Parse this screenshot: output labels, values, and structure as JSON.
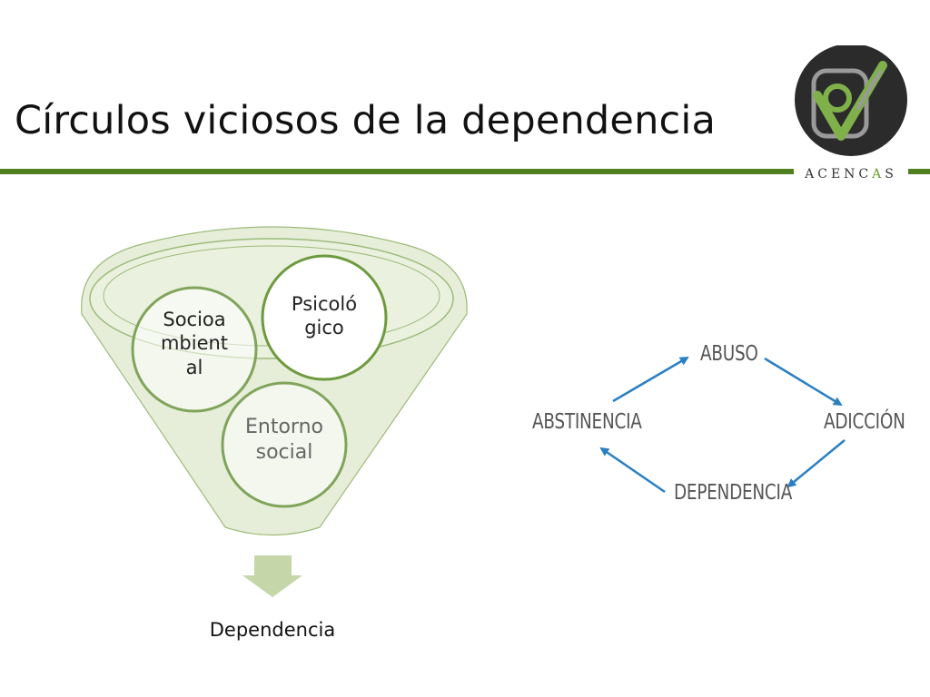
{
  "slide": {
    "title": "Círculos viciosos de la dependencia"
  },
  "logo": {
    "text_before": "ACENC",
    "text_accent": "A",
    "text_after": "S"
  },
  "funnel": {
    "circles": [
      {
        "label": "Socioa\nmbient\nal"
      },
      {
        "label": "Psicoló\ngico"
      },
      {
        "label": "Entorno\nsocial"
      }
    ],
    "output_label": "Dependencia"
  },
  "cycle": {
    "nodes": [
      "ABUSO",
      "ADICCIÓN",
      "DEPENDENCIA",
      "ABSTINENCIA"
    ]
  },
  "colors": {
    "accent_green": "#4f7f1f",
    "funnel_fill": "#e8efdc",
    "circle_stroke": "#7fa45a",
    "arrow_blue": "#2a7fc4"
  }
}
